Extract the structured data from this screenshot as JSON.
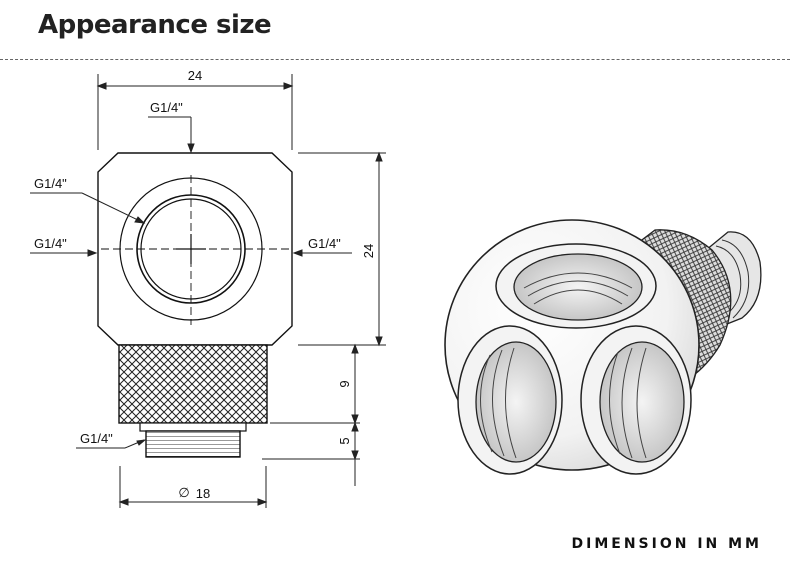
{
  "header": {
    "title": "Appearance size"
  },
  "drawing": {
    "dim_width_top": "24",
    "dim_height_right": "24",
    "dim_knurl": "9",
    "dim_thread": "5",
    "dim_diameter": "18",
    "diameter_symbol": "∅",
    "port_top": "G1/4\"",
    "port_front": "G1/4\"",
    "port_left": "G1/4\"",
    "port_right": "G1/4\"",
    "port_bottom": "G1/4\""
  },
  "footer": {
    "units_note": "DIMENSION IN MM"
  }
}
